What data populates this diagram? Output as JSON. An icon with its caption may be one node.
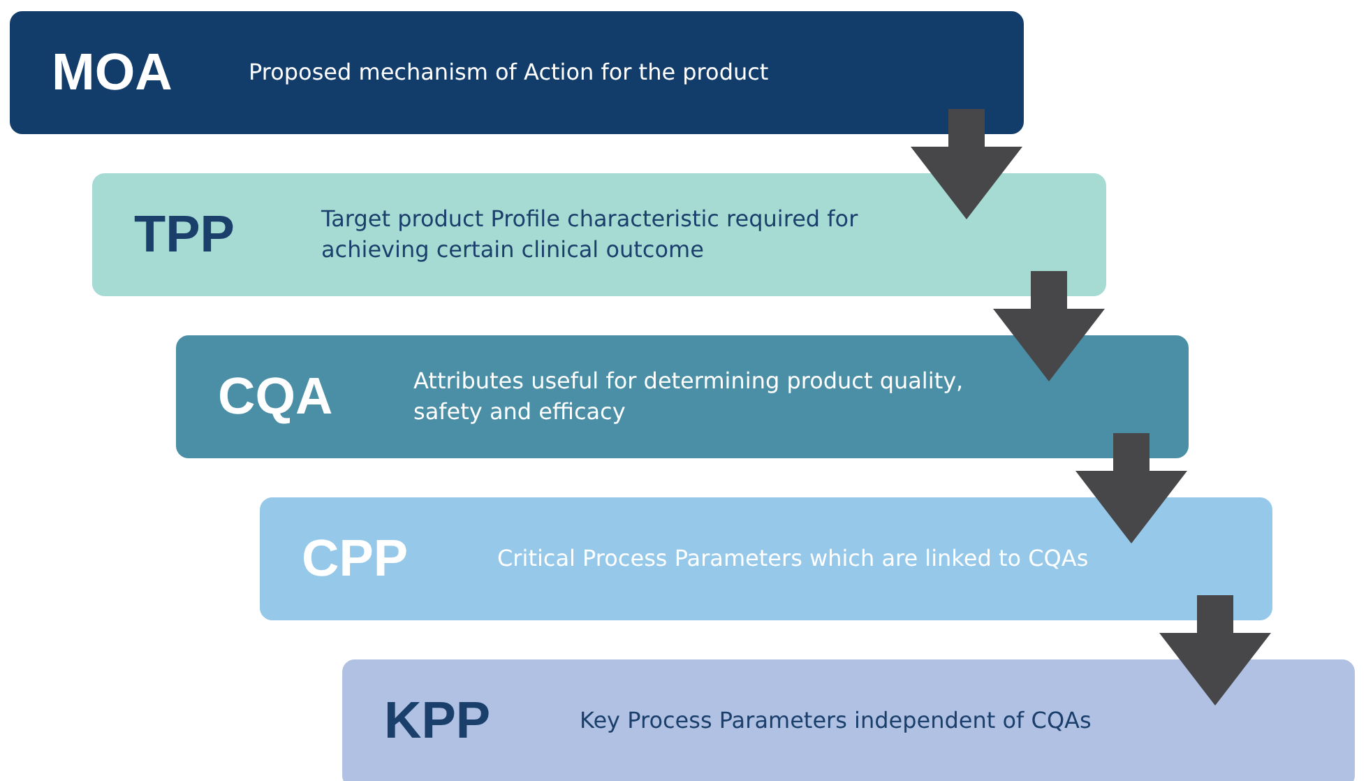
{
  "diagram": {
    "nodes": [
      {
        "text": [
          "MOA",
          "Proposed mechanism of Action for the product"
        ]
      },
      {
        "text": [
          "TPP",
          "Target product Profile characteristic required for achieving certain clinical outcome"
        ]
      },
      {
        "text": [
          "CQA",
          "Attributes useful for determining product quality, safety and efficacy"
        ]
      },
      {
        "text": [
          "CPP",
          "Critical Process Parameters which are linked to CQAs"
        ]
      },
      {
        "text": [
          "KPP",
          "Key Process Parameters independent of CQAs"
        ]
      }
    ],
    "edges": [
      {
        "from": 0,
        "to": 1,
        "arrow": "to"
      },
      {
        "from": 1,
        "to": 2,
        "arrow": "to"
      },
      {
        "from": 2,
        "to": 3,
        "arrow": "to"
      },
      {
        "from": 3,
        "to": 4,
        "arrow": "to"
      }
    ]
  }
}
